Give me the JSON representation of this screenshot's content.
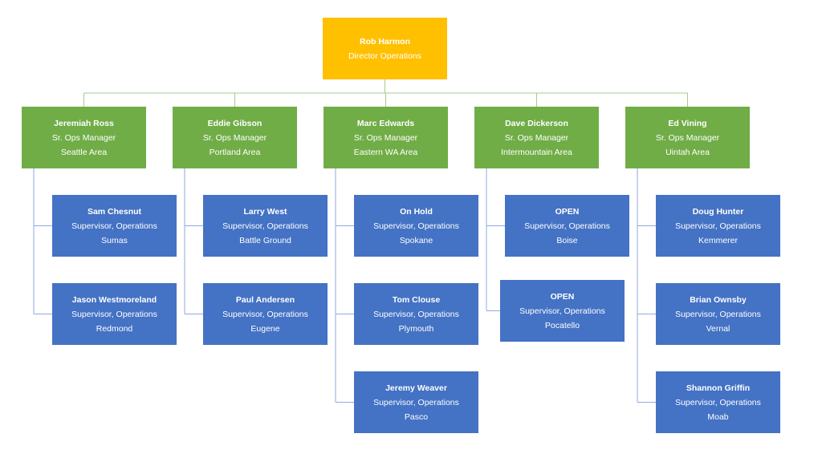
{
  "org_chart": {
    "director": {
      "name": "Rob Harmon",
      "title": "Director Operations"
    },
    "managers": [
      {
        "name": "Jeremiah Ross",
        "title": "Sr. Ops Manager",
        "area": "Seattle Area",
        "reports": [
          {
            "name": "Sam Chesnut",
            "title": "Supervisor, Operations",
            "location": "Sumas"
          },
          {
            "name": "Jason Westmoreland",
            "title": "Supervisor, Operations",
            "location": "Redmond"
          }
        ]
      },
      {
        "name": "Eddie Gibson",
        "title": "Sr. Ops Manager",
        "area": "Portland Area",
        "reports": [
          {
            "name": "Larry West",
            "title": "Supervisor, Operations",
            "location": "Battle Ground"
          },
          {
            "name": "Paul Andersen",
            "title": "Supervisor, Operations",
            "location": "Eugene"
          }
        ]
      },
      {
        "name": "Marc Edwards",
        "title": "Sr. Ops Manager",
        "area": "Eastern WA Area",
        "reports": [
          {
            "name": "On Hold",
            "title": "Supervisor, Operations",
            "location": "Spokane"
          },
          {
            "name": "Tom Clouse",
            "title": "Supervisor, Operations",
            "location": "Plymouth"
          },
          {
            "name": "Jeremy Weaver",
            "title": "Supervisor, Operations",
            "location": "Pasco"
          }
        ]
      },
      {
        "name": "Dave Dickerson",
        "title": "Sr. Ops Manager",
        "area": "Intermountain Area",
        "reports": [
          {
            "name": "OPEN",
            "title": "Supervisor, Operations",
            "location": "Boise"
          },
          {
            "name": "OPEN",
            "title": "Supervisor, Operations",
            "location": "Pocatello"
          }
        ]
      },
      {
        "name": "Ed Vining",
        "title": "Sr. Ops Manager",
        "area": "Uintah Area",
        "reports": [
          {
            "name": "Doug Hunter",
            "title": "Supervisor, Operations",
            "location": "Kemmerer"
          },
          {
            "name": "Brian Ownsby",
            "title": "Supervisor, Operations",
            "location": "Vernal"
          },
          {
            "name": "Shannon Griffin",
            "title": "Supervisor, Operations",
            "location": "Moab"
          }
        ]
      }
    ],
    "colors": {
      "director": "#FFC000",
      "manager": "#70AD47",
      "supervisor": "#4472C4",
      "connector_director": "#A9C98C",
      "connector_manager": "#8FAADC"
    }
  }
}
